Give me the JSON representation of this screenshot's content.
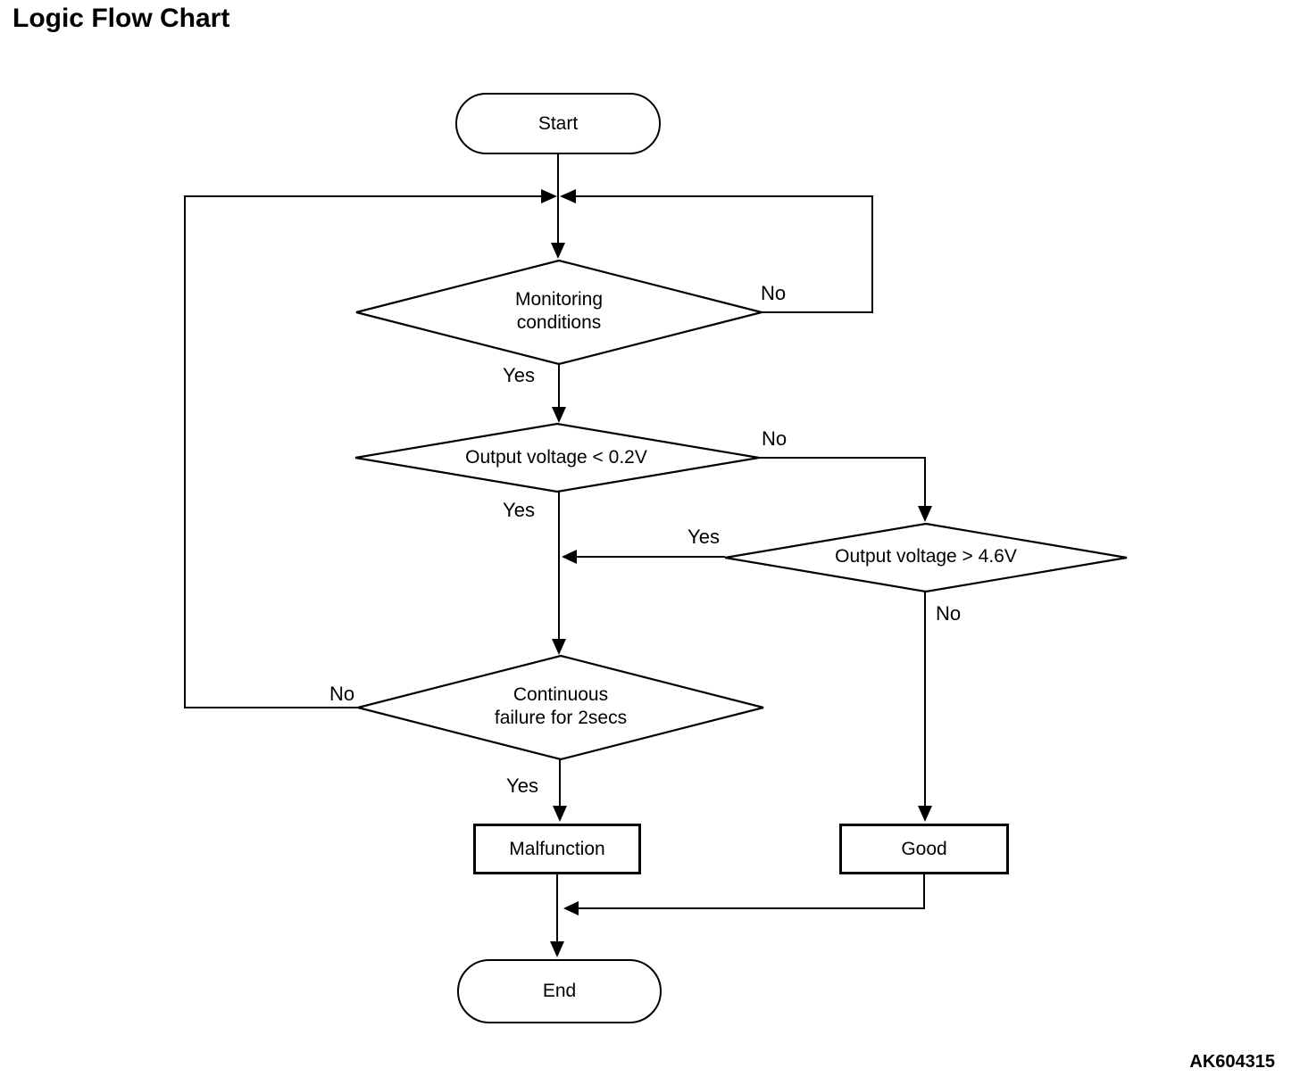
{
  "title": "Logic Flow Chart",
  "figure_code": "AK604315",
  "colors": {
    "stroke": "#000000",
    "background": "#ffffff"
  },
  "flowchart": {
    "nodes": {
      "start": {
        "type": "terminator",
        "label": "Start"
      },
      "monitoring": {
        "type": "decision",
        "label": "Monitoring\nconditions"
      },
      "low_voltage": {
        "type": "decision",
        "label": "Output voltage < 0.2V"
      },
      "high_voltage": {
        "type": "decision",
        "label": "Output voltage > 4.6V"
      },
      "continuous": {
        "type": "decision",
        "label": "Continuous\nfailure for 2secs"
      },
      "malfunction": {
        "type": "process",
        "label": "Malfunction"
      },
      "good": {
        "type": "process",
        "label": "Good"
      },
      "end": {
        "type": "terminator",
        "label": "End"
      }
    },
    "edge_labels": {
      "monitoring_no": "No",
      "monitoring_yes": "Yes",
      "low_voltage_no": "No",
      "low_voltage_yes": "Yes",
      "high_voltage_yes": "Yes",
      "high_voltage_no": "No",
      "continuous_no": "No",
      "continuous_yes": "Yes"
    }
  }
}
